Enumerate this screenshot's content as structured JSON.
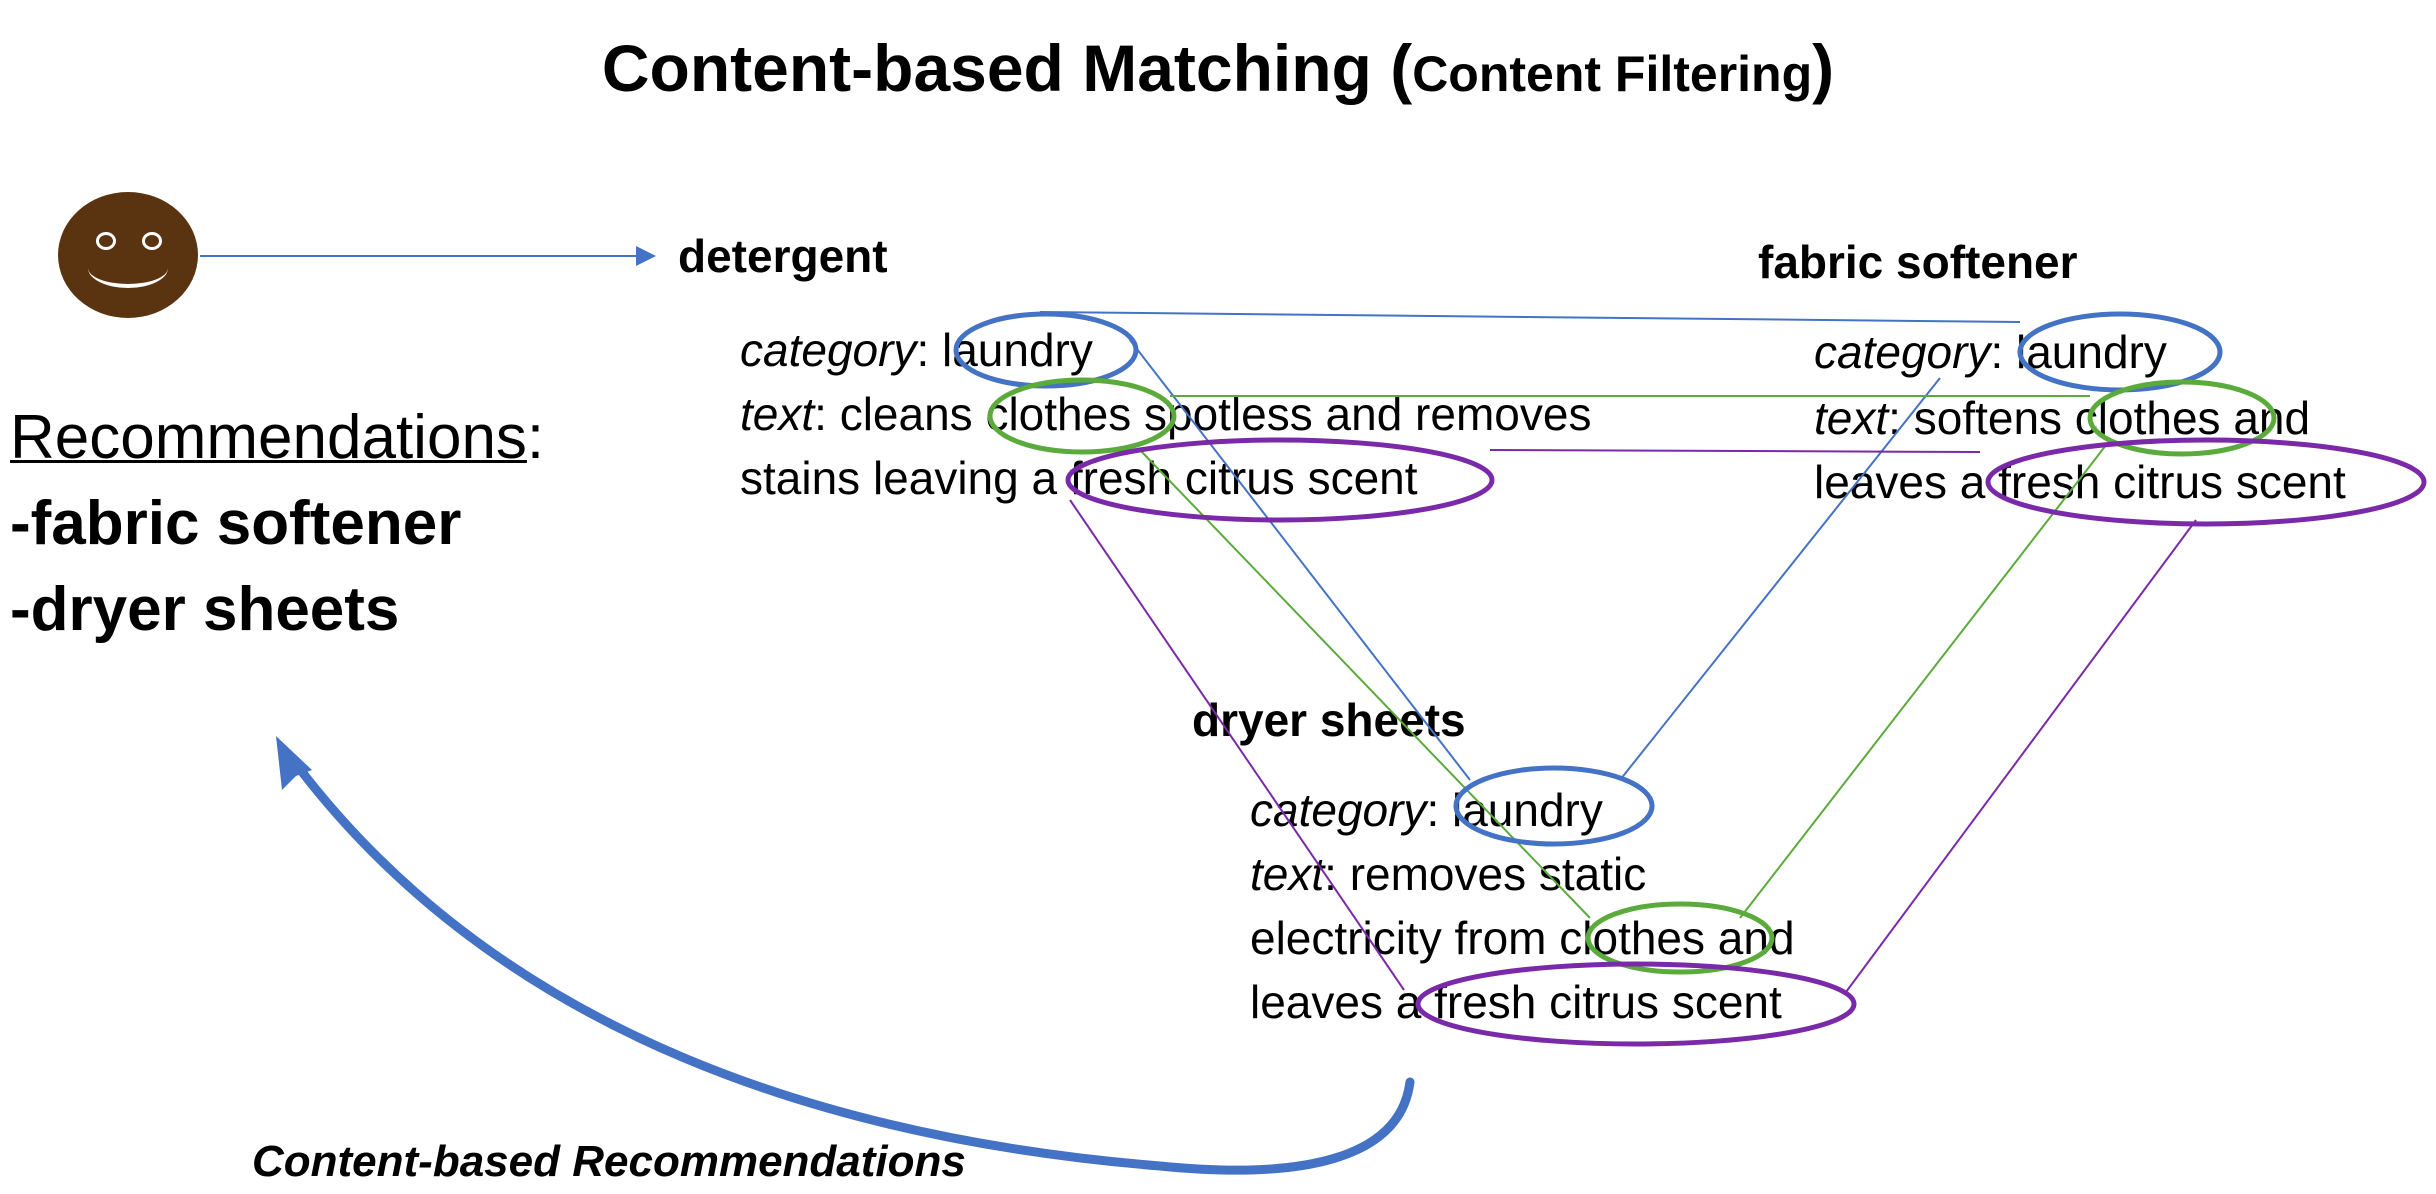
{
  "title": {
    "main": "Content-based Matching (",
    "sub": "Content Filtering",
    "close": ")"
  },
  "user": {
    "icon": "smiley-face-icon"
  },
  "recommendations": {
    "heading": "Recommendations",
    "colon": ":",
    "items": [
      "-fabric softener",
      "-dryer sheets"
    ]
  },
  "items": {
    "detergent": {
      "name": "detergent",
      "category_label": "category",
      "category_value": ": laundry",
      "text_label": "text",
      "text_line1": ": cleans clothes spotless and removes",
      "text_line2": "stains leaving a fresh citrus scent"
    },
    "fabric_softener": {
      "name": "fabric softener",
      "category_label": "category",
      "category_value": ": laundry",
      "text_label": "text",
      "text_line1": ": softens clothes and",
      "text_line2": "leaves a fresh citrus scent"
    },
    "dryer_sheets": {
      "name": "dryer sheets",
      "category_label": "category",
      "category_value": ": laundry",
      "text_label": "text",
      "text_line1": ": removes static",
      "text_line2": "electricity from clothes and",
      "text_line3": "leaves a fresh citrus scent"
    }
  },
  "caption": "Content-based Recommendations",
  "colors": {
    "category_match": "#4472c4",
    "clothes_match": "#5aaa3c",
    "scent_match": "#7a2aa8",
    "avatar": "#5a3411"
  }
}
